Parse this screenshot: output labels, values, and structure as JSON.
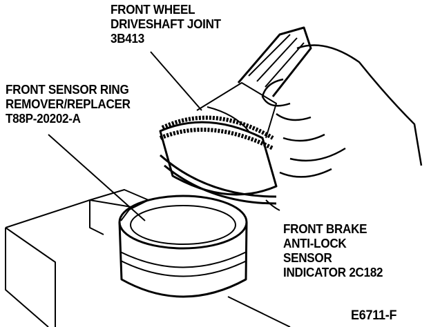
{
  "labels": {
    "driveshaft_joint": [
      "FRONT WHEEL",
      "DRIVESHAFT JOINT",
      "3B413"
    ],
    "sensor_ring_tool": [
      "FRONT SENSOR RING",
      "REMOVER/REPLACER",
      "T88P-20202-A"
    ],
    "sensor_indicator": [
      "FRONT BRAKE",
      "ANTI-LOCK",
      "SENSOR",
      "INDICATOR 2C182"
    ]
  },
  "figure_id": "E6711-F"
}
